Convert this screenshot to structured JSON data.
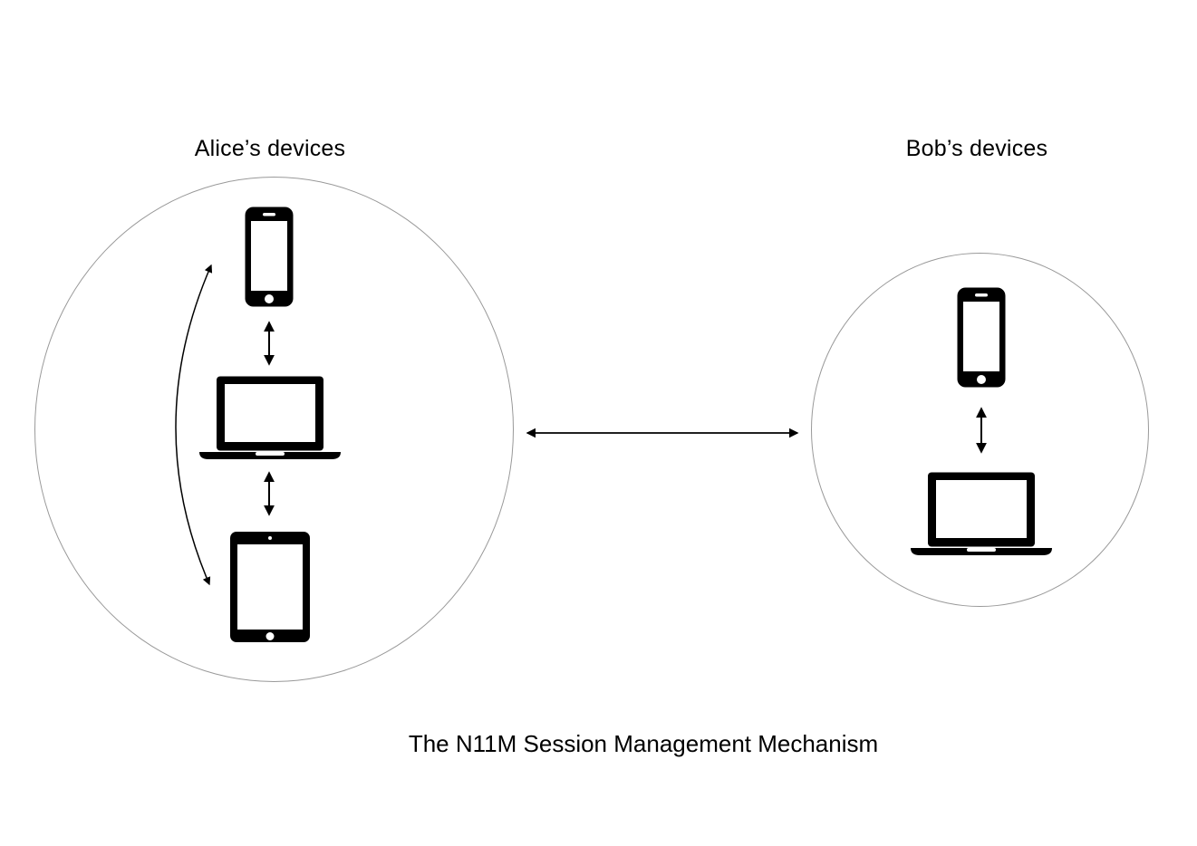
{
  "diagram": {
    "title": "The N11M Session Management Mechanism",
    "alice": {
      "label": "Alice’s devices",
      "devices": [
        "smartphone",
        "laptop",
        "tablet"
      ]
    },
    "bob": {
      "label": "Bob’s devices",
      "devices": [
        "smartphone",
        "laptop"
      ]
    },
    "connections": [
      "alice-smartphone <-> alice-laptop",
      "alice-laptop <-> alice-tablet",
      "alice-smartphone <-> alice-tablet (curved bypass)",
      "bob-smartphone <-> bob-laptop",
      "alice-device-group <-> bob-device-group"
    ],
    "colors": {
      "device": "#000000",
      "circle_border": "#999999",
      "arrow": "#000000",
      "background": "#ffffff"
    }
  }
}
